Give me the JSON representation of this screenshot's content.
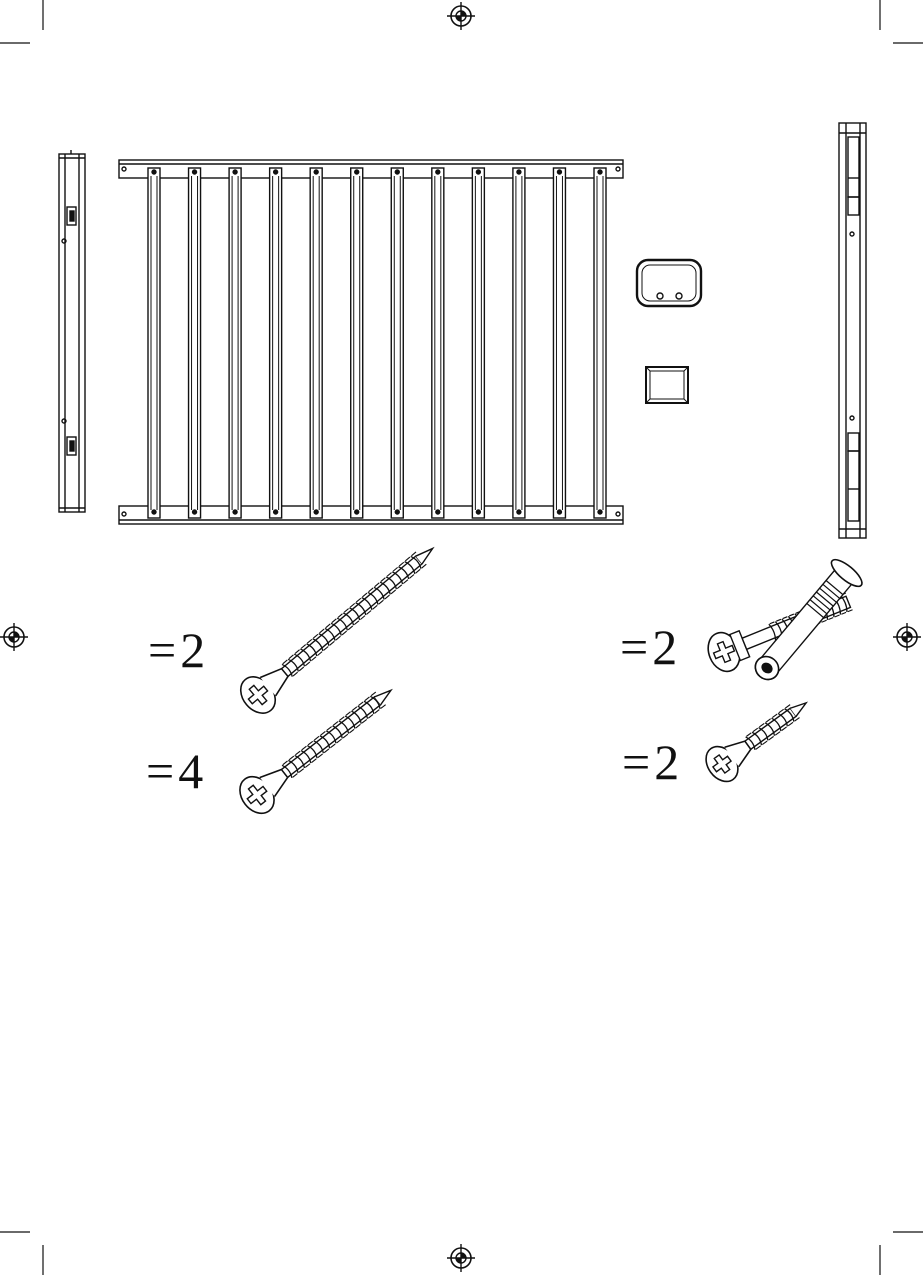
{
  "colors": {
    "ink": "#111111",
    "paper": "#ffffff"
  },
  "icons": {
    "registration": "registration-mark-icon",
    "screw": "screw-icon",
    "bolt": "bolt-icon",
    "barrel_nut": "barrel-nut-icon"
  },
  "hardware": {
    "long_screw": {
      "sign": "=",
      "quantity": "2"
    },
    "medium_screw": {
      "sign": "=",
      "quantity": "4"
    },
    "bolt_and_barrel_nut": {
      "sign": "=",
      "quantity": "2"
    },
    "short_screw": {
      "sign": "=",
      "quantity": "2"
    }
  },
  "panel": {
    "slat_count": 12
  }
}
